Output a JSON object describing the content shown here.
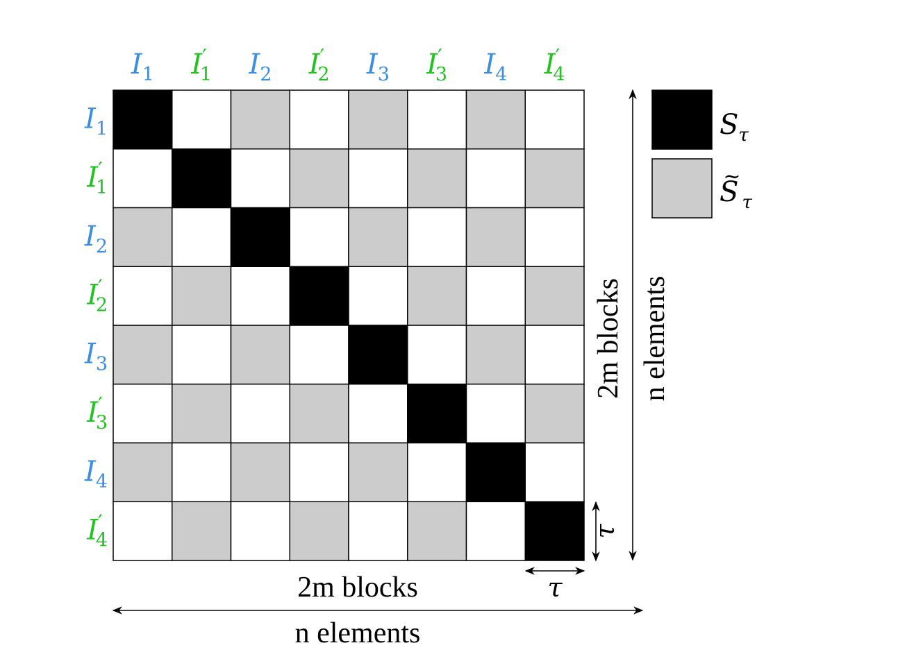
{
  "colors": {
    "blue": "#3b8ee0",
    "green": "#22c222",
    "black": "#000000",
    "gray": "#cccccc",
    "white": "#ffffff"
  },
  "col_labels": [
    {
      "base": "I",
      "prime": "",
      "sub": "1",
      "color": "blue"
    },
    {
      "base": "I",
      "prime": "′",
      "sub": "1",
      "color": "green"
    },
    {
      "base": "I",
      "prime": "",
      "sub": "2",
      "color": "blue"
    },
    {
      "base": "I",
      "prime": "′",
      "sub": "2",
      "color": "green"
    },
    {
      "base": "I",
      "prime": "",
      "sub": "3",
      "color": "blue"
    },
    {
      "base": "I",
      "prime": "′",
      "sub": "3",
      "color": "green"
    },
    {
      "base": "I",
      "prime": "",
      "sub": "4",
      "color": "blue"
    },
    {
      "base": "I",
      "prime": "′",
      "sub": "4",
      "color": "green"
    }
  ],
  "row_labels": [
    {
      "base": "I",
      "prime": "",
      "sub": "1",
      "color": "blue"
    },
    {
      "base": "I",
      "prime": "′",
      "sub": "1",
      "color": "green"
    },
    {
      "base": "I",
      "prime": "",
      "sub": "2",
      "color": "blue"
    },
    {
      "base": "I",
      "prime": "′",
      "sub": "2",
      "color": "green"
    },
    {
      "base": "I",
      "prime": "",
      "sub": "3",
      "color": "blue"
    },
    {
      "base": "I",
      "prime": "′",
      "sub": "3",
      "color": "green"
    },
    {
      "base": "I",
      "prime": "",
      "sub": "4",
      "color": "blue"
    },
    {
      "base": "I",
      "prime": "′",
      "sub": "4",
      "color": "green"
    }
  ],
  "grid": [
    [
      "B",
      "W",
      "G",
      "W",
      "G",
      "W",
      "G",
      "W"
    ],
    [
      "W",
      "B",
      "W",
      "G",
      "W",
      "G",
      "W",
      "G"
    ],
    [
      "G",
      "W",
      "B",
      "W",
      "G",
      "W",
      "G",
      "W"
    ],
    [
      "W",
      "G",
      "W",
      "B",
      "W",
      "G",
      "W",
      "G"
    ],
    [
      "G",
      "W",
      "G",
      "W",
      "B",
      "W",
      "G",
      "W"
    ],
    [
      "W",
      "G",
      "W",
      "G",
      "W",
      "B",
      "W",
      "G"
    ],
    [
      "G",
      "W",
      "G",
      "W",
      "G",
      "W",
      "B",
      "W"
    ],
    [
      "W",
      "G",
      "W",
      "G",
      "W",
      "G",
      "W",
      "B"
    ]
  ],
  "legend": [
    {
      "key": "B",
      "base": "S",
      "tilde": false,
      "sub": "τ"
    },
    {
      "key": "G",
      "base": "S",
      "tilde": true,
      "sub": "τ"
    }
  ],
  "annotations": {
    "blocks_bottom": "2m blocks",
    "blocks_right": "2m blocks",
    "elements_bottom": "n elements",
    "elements_right": "n elements",
    "tau_bottom": "τ",
    "tau_right": "τ"
  }
}
